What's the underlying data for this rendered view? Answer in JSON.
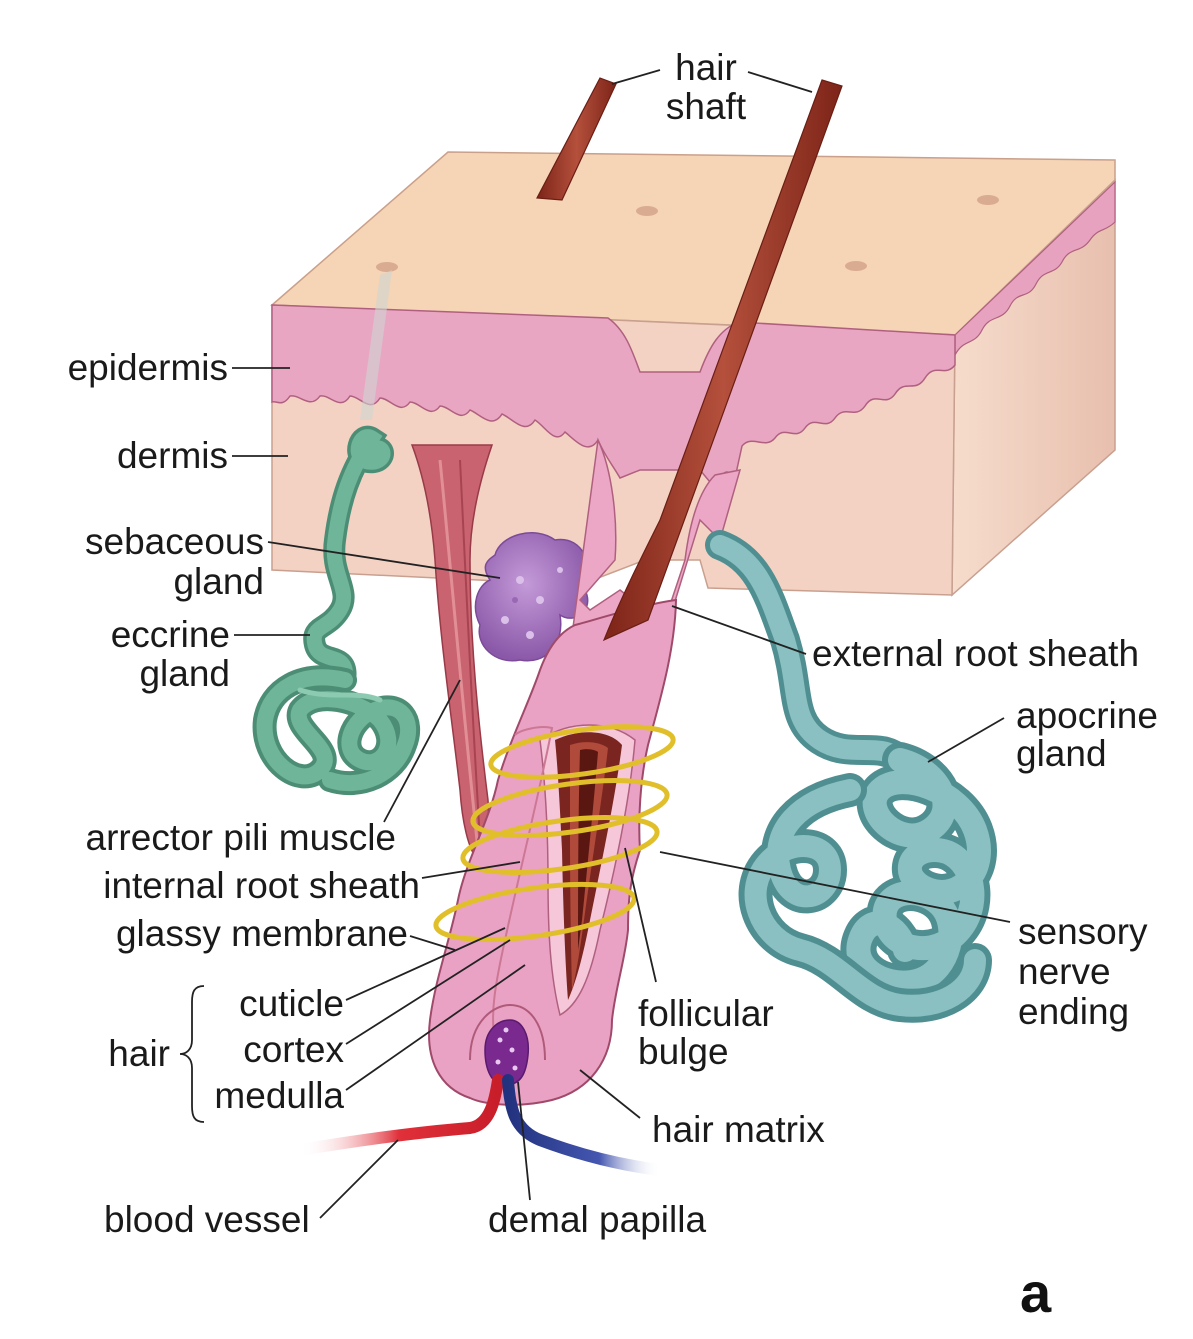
{
  "panel_letter": "a",
  "labels": {
    "hair_shaft": [
      "hair",
      "shaft"
    ],
    "epidermis": "epidermis",
    "dermis": "dermis",
    "sebaceous_gland": [
      "sebaceous",
      "gland"
    ],
    "eccrine_gland": [
      "eccrine",
      "gland"
    ],
    "external_root_sheath": "external root sheath",
    "apocrine_gland": [
      "apocrine",
      "gland"
    ],
    "arrector_pili_muscle": "arrector pili muscle",
    "internal_root_sheath": "internal root sheath",
    "glassy_membrane": "glassy membrane",
    "sensory_nerve_ending": [
      "sensory",
      "nerve",
      "ending"
    ],
    "hair_group": "hair",
    "cuticle": "cuticle",
    "cortex": "cortex",
    "medulla": "medulla",
    "follicular_bulge": [
      "follicular",
      "bulge"
    ],
    "hair_matrix": "hair matrix",
    "blood_vessel": "blood vessel",
    "demal_papilla": "demal papilla"
  },
  "colors": {
    "skin_surface": "#f6d4b6",
    "epidermis": "#e9a6c3",
    "dermis": "#f3d3c6",
    "hair_shaft": "#9b3525",
    "follicle": "#eaa2c4",
    "sebaceous": "#a777c0",
    "eccrine": "#5fa88e",
    "apocrine": "#72aeb0",
    "nerve": "#e2c22e",
    "artery": "#d8232e",
    "vein": "#2e3f9a",
    "papilla": "#7a2a8e"
  }
}
